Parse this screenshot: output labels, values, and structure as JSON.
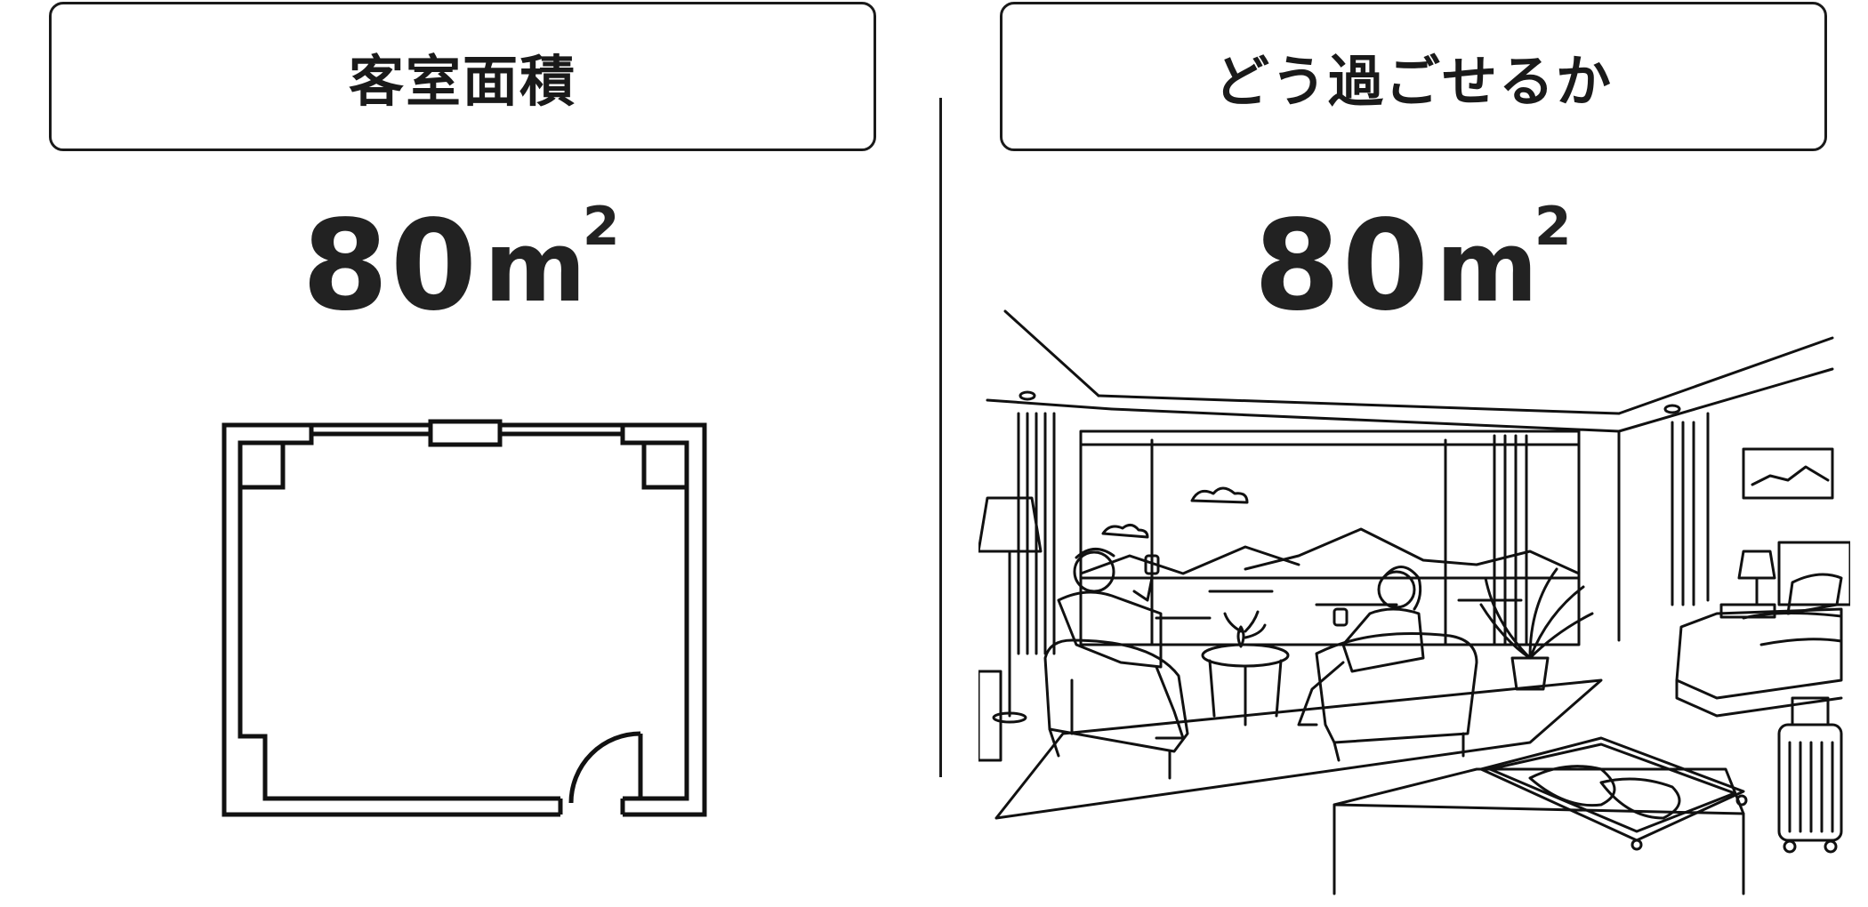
{
  "left_panel": {
    "header": "客室面積",
    "area_value": "80",
    "area_unit": "m",
    "area_sup": "2"
  },
  "right_panel": {
    "header": "どう過ごせるか",
    "area_value": "80",
    "area_unit": "m",
    "area_sup": "2"
  },
  "icons": {
    "floor_plan": "floor-plan-illustration",
    "room": "hotel-room-illustration"
  }
}
